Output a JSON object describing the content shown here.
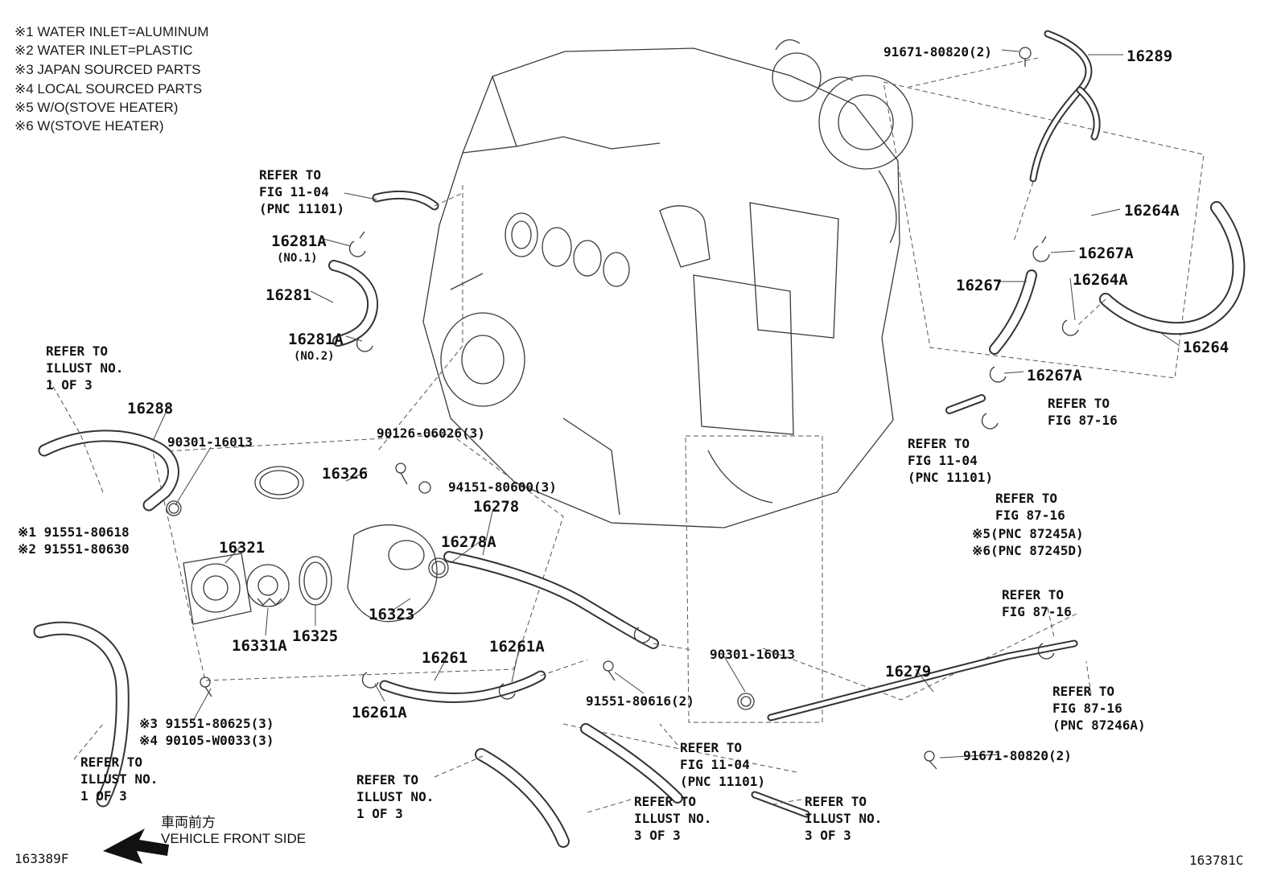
{
  "notes": [
    "※1 WATER INLET=ALUMINUM",
    "※2 WATER INLET=PLASTIC",
    "※3 JAPAN SOURCED PARTS",
    "※4 LOCAL SOURCED PARTS",
    "※5 W/O(STOVE HEATER)",
    "※6 W(STOVE HEATER)"
  ],
  "labels": [
    {
      "text": "91671-80820(2)"
    },
    {
      "text": "16289"
    },
    {
      "text": "REFER TO\nFIG 11-04\n(PNC 11101)"
    },
    {
      "text": "16281A"
    },
    {
      "text": "(NO.1)"
    },
    {
      "text": "16281"
    },
    {
      "text": "16281A"
    },
    {
      "text": "(NO.2)"
    },
    {
      "text": "16264A"
    },
    {
      "text": "16267A"
    },
    {
      "text": "16267"
    },
    {
      "text": "16264A"
    },
    {
      "text": "16264"
    },
    {
      "text": "16267A"
    },
    {
      "text": "REFER TO\nFIG 87-16"
    },
    {
      "text": "REFER TO\nFIG 11-04\n(PNC 11101)"
    },
    {
      "text": "REFER TO\nFIG 87-16"
    },
    {
      "text": "※5(PNC 87245A)\n※6(PNC 87245D)"
    },
    {
      "text": "REFER TO\nILLUST NO.\n1 OF 3"
    },
    {
      "text": "16288"
    },
    {
      "text": "90301-16013"
    },
    {
      "text": "90126-06026(3)"
    },
    {
      "text": "16326"
    },
    {
      "text": "94151-80600(3)"
    },
    {
      "text": "16278"
    },
    {
      "text": "16278A"
    },
    {
      "text": "※1 91551-80618\n※2 91551-80630"
    },
    {
      "text": "16321"
    },
    {
      "text": "16323"
    },
    {
      "text": "16331A"
    },
    {
      "text": "16325"
    },
    {
      "text": "16261"
    },
    {
      "text": "16261A"
    },
    {
      "text": "16261A"
    },
    {
      "text": "90301-16013"
    },
    {
      "text": "91551-80616(2)"
    },
    {
      "text": "REFER TO\nFIG 87-16"
    },
    {
      "text": "16279"
    },
    {
      "text": "REFER TO\nFIG 87-16\n(PNC 87246A)"
    },
    {
      "text": "91671-80820(2)"
    },
    {
      "text": "※3 91551-80625(3)\n※4 90105-W0033(3)"
    },
    {
      "text": "REFER TO\nILLUST NO.\n1 OF 3"
    },
    {
      "text": "REFER TO\nILLUST NO.\n1 OF 3"
    },
    {
      "text": "REFER TO\nFIG 11-04\n(PNC 11101)"
    },
    {
      "text": "REFER TO\nILLUST NO.\n3 OF 3"
    },
    {
      "text": "REFER TO\nILLUST NO.\n3 OF 3"
    }
  ],
  "front_marker": {
    "jp": "車両前方",
    "en": "VEHICLE FRONT SIDE"
  },
  "footer": {
    "left_code": "163389F",
    "right_code": "163781C"
  },
  "colors": {
    "line": "#3a3a3a",
    "text": "#111111",
    "background": "#ffffff"
  }
}
